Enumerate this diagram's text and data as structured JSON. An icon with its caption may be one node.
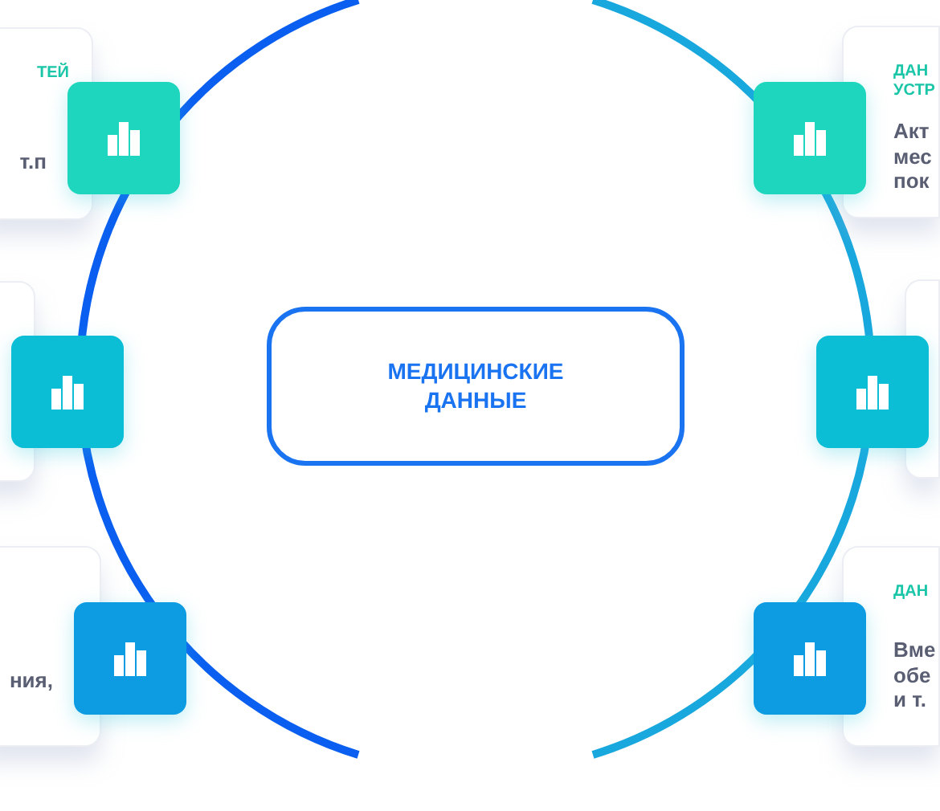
{
  "diagram": {
    "nodes": [
      {
        "text": [
          "МЕДИЦИНСКИЕ ДАННЫЕ"
        ]
      },
      {
        "text": [
          "ТЕЙ",
          "т.п"
        ]
      },
      {
        "text": [],
        "shape": "box"
      },
      {
        "text": [
          "ния,"
        ]
      },
      {
        "text": [
          "ДАН УСТР",
          "Акт мес пок"
        ]
      },
      {
        "text": [],
        "shape": "box"
      },
      {
        "text": [
          "ДАН",
          "Вме обе и т."
        ]
      }
    ]
  }
}
